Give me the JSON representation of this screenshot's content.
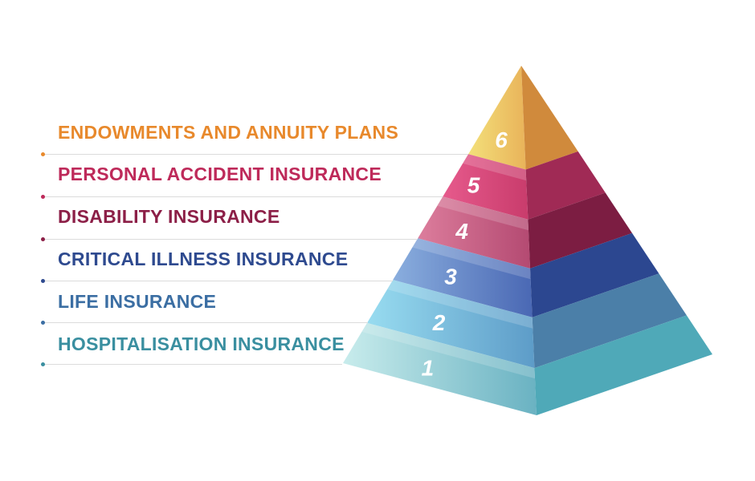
{
  "layers": [
    {
      "number": "6",
      "label": "ENDOWMENTS AND ANNUITY PLANS",
      "color": "#e8892c",
      "light": "#f3e07a",
      "mid": "#e9b35a",
      "dark": "#d08a3c",
      "dot": "#e8892c"
    },
    {
      "number": "5",
      "label": "PERSONAL ACCIDENT INSURANCE",
      "color": "#be2a5a",
      "light": "#e65a8c",
      "mid": "#c93c6c",
      "dark": "#a02a55",
      "dot": "#be2a5a"
    },
    {
      "number": "4",
      "label": "DISABILITY INSURANCE",
      "color": "#8c1f47",
      "light": "#dc7d9c",
      "mid": "#b44a72",
      "dark": "#7c1d42",
      "dot": "#8c1f47"
    },
    {
      "number": "3",
      "label": "CRITICAL ILLNESS INSURANCE",
      "color": "#2e4a8f",
      "light": "#8aaede",
      "mid": "#4a68b4",
      "dark": "#2c4790",
      "dot": "#2e4a8f"
    },
    {
      "number": "2",
      "label": "LIFE INSURANCE",
      "color": "#3b6ea3",
      "light": "#98dcf0",
      "mid": "#5d9cc8",
      "dark": "#4b7fa8",
      "dot": "#3b6ea3"
    },
    {
      "number": "1",
      "label": "HOSPITALISATION INSURANCE",
      "color": "#3a8fa0",
      "light": "#c8ecec",
      "mid": "#6ab2c2",
      "dark": "#4fa9b8",
      "dot": "#3a8fa0"
    }
  ]
}
